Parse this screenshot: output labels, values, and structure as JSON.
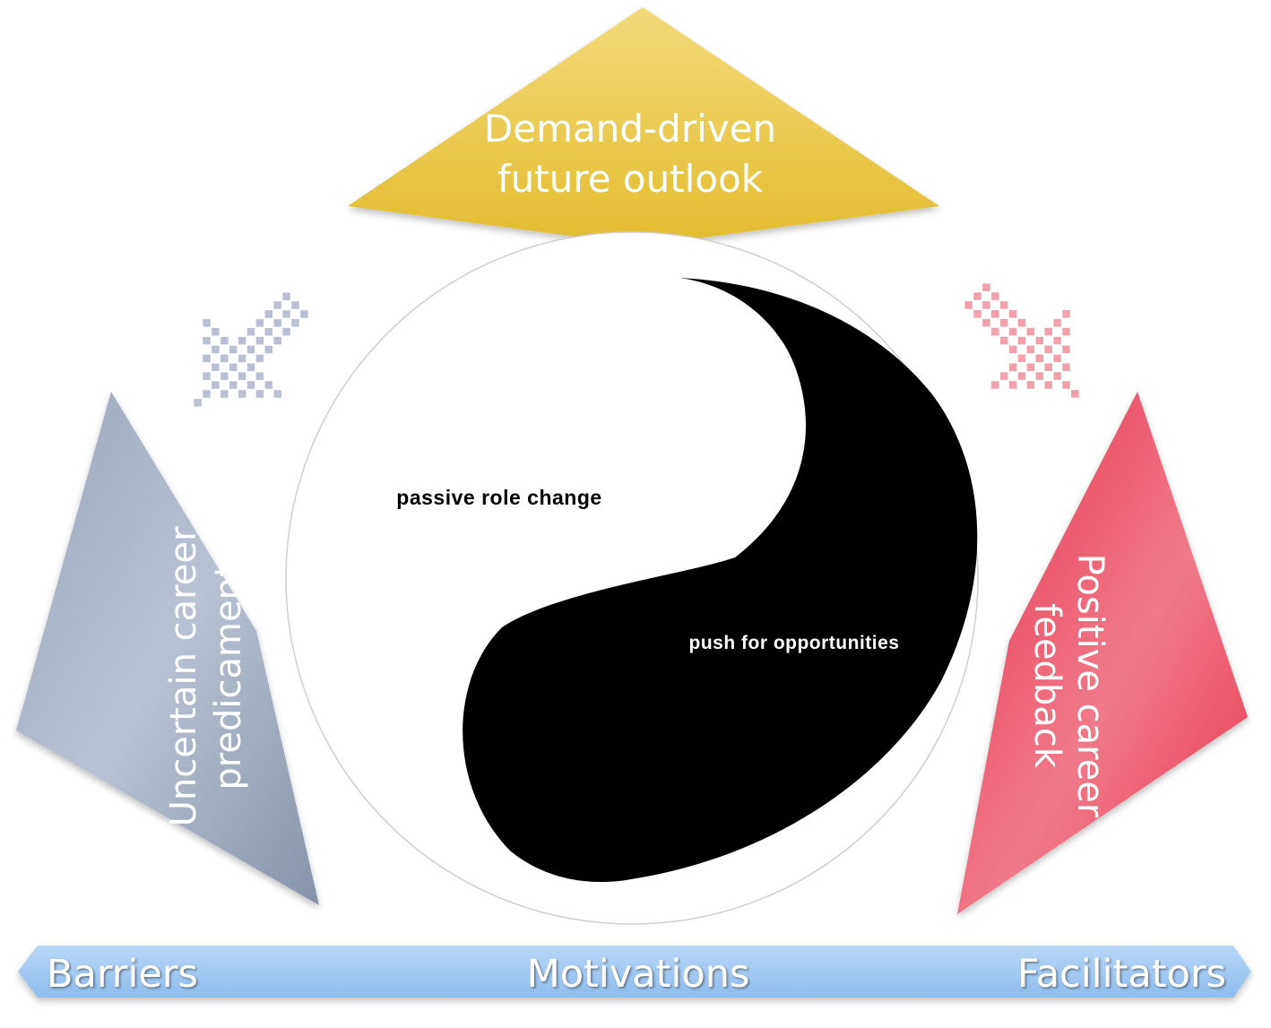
{
  "top": {
    "line1": "Demand-driven",
    "line2": "future outlook",
    "color": "#E8C33A"
  },
  "left": {
    "line1": "Uncertain career",
    "line2": "predicament",
    "color": "#8E9BB2"
  },
  "right": {
    "line1": "Positive career",
    "line2": "feedback",
    "color": "#E8384E"
  },
  "center": {
    "white_label": "passive role change",
    "black_label": "push for opportunities"
  },
  "bottom_bar": {
    "left_label": "Barriers",
    "middle_label": "Motivations",
    "right_label": "Facilitators",
    "color": "#9CC4F0"
  },
  "arrows": {
    "left_color": "#B9C0D4",
    "right_color": "#F2A0AC"
  }
}
